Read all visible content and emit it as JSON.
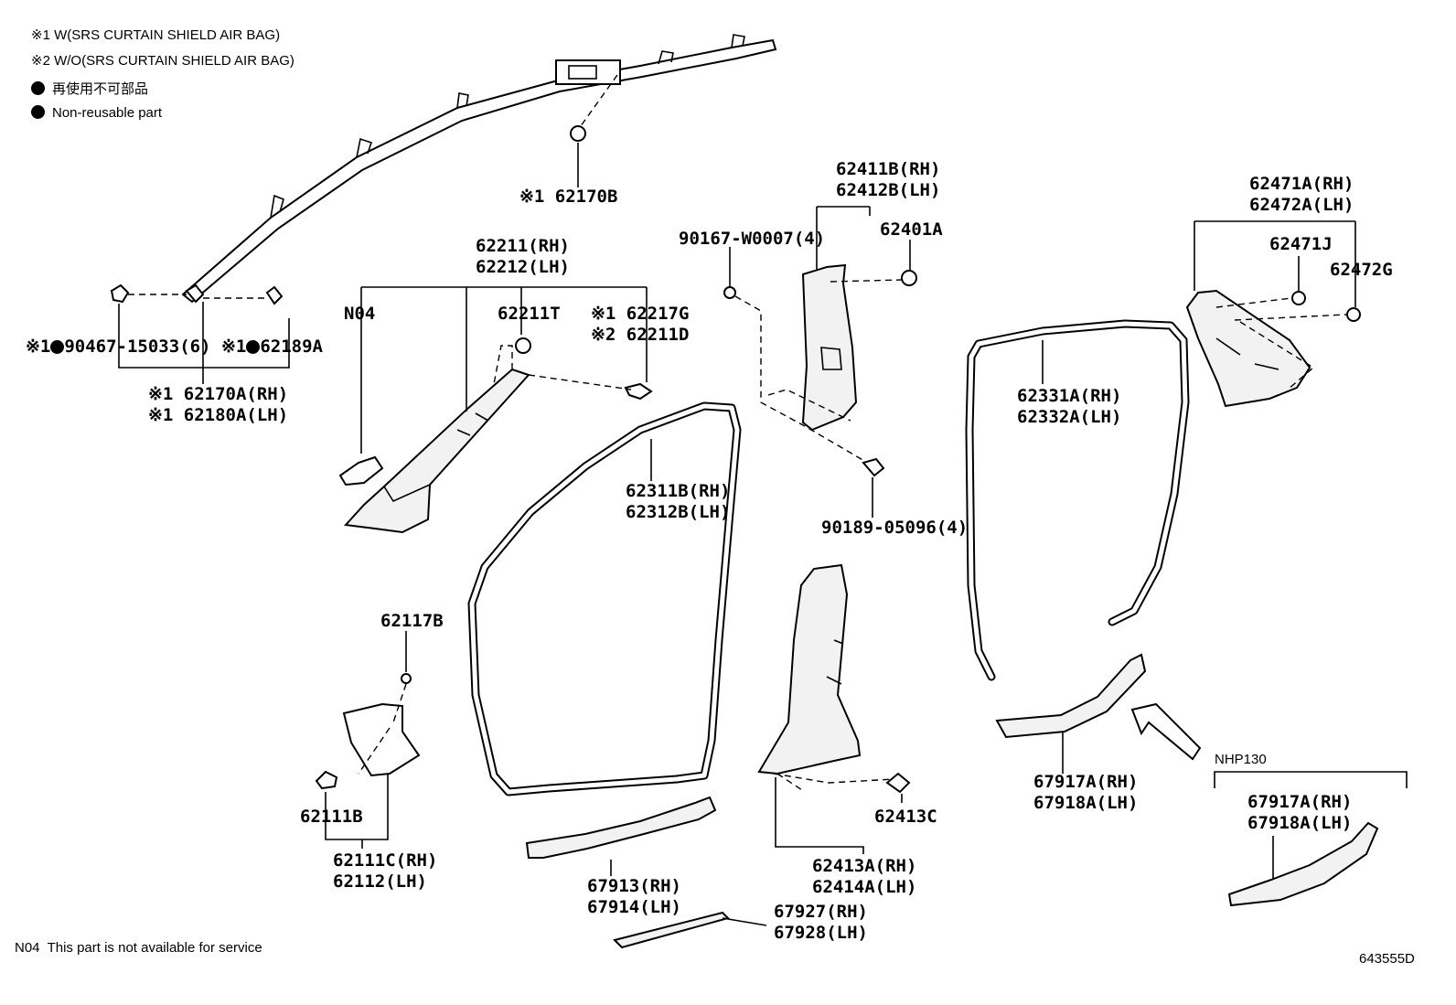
{
  "legend": {
    "note1": "※1 W(SRS CURTAIN SHIELD AIR BAG)",
    "note2": "※2 W/O(SRS CURTAIN SHIELD AIR BAG)",
    "nonreuse_jp": "再使用不可部品",
    "nonreuse_en": "Non-reusable part"
  },
  "parts": {
    "p62170B": "※1 62170B",
    "p90467a": "※1",
    "p90467b": "90467-15033(6)",
    "p62189Aa": "※1",
    "p62189Ab": "62189A",
    "p62170A": "※1 62170A(RH)",
    "p62180A": "※1 62180A(LH)",
    "p62211": "62211(RH)",
    "p62212": "62212(LH)",
    "pN04": "N04",
    "p62211T": "62211T",
    "p62217G": "※1 62217G",
    "p62211D": "※2 62211D",
    "p90167": "90167-W0007(4)",
    "p62411B": "62411B(RH)",
    "p62412B": "62412B(LH)",
    "p62401A": "62401A",
    "p90189": "90189-05096(4)",
    "p62471A": "62471A(RH)",
    "p62472A": "62472A(LH)",
    "p62471J": "62471J",
    "p62472G": "62472G",
    "p62331A": "62331A(RH)",
    "p62332A": "62332A(LH)",
    "p62311B": "62311B(RH)",
    "p62312B": "62312B(LH)",
    "p62117B": "62117B",
    "p62111B": "62111B",
    "p62111C": "62111C(RH)",
    "p62112": "62112(LH)",
    "p67913": "67913(RH)",
    "p67914": "67914(LH)",
    "p67927": "67927(RH)",
    "p67928": "67928(LH)",
    "p62413C": "62413C",
    "p62413A": "62413A(RH)",
    "p62414A": "62414A(LH)",
    "p67917A_1": "67917A(RH)",
    "p67918A_1": "67918A(LH)",
    "pNHP130": "NHP130",
    "p67917A_2": "67917A(RH)",
    "p67918A_2": "67918A(LH)"
  },
  "footer": {
    "n04_note": "N04  This part is not available for service",
    "diagram_id": "643555D"
  }
}
